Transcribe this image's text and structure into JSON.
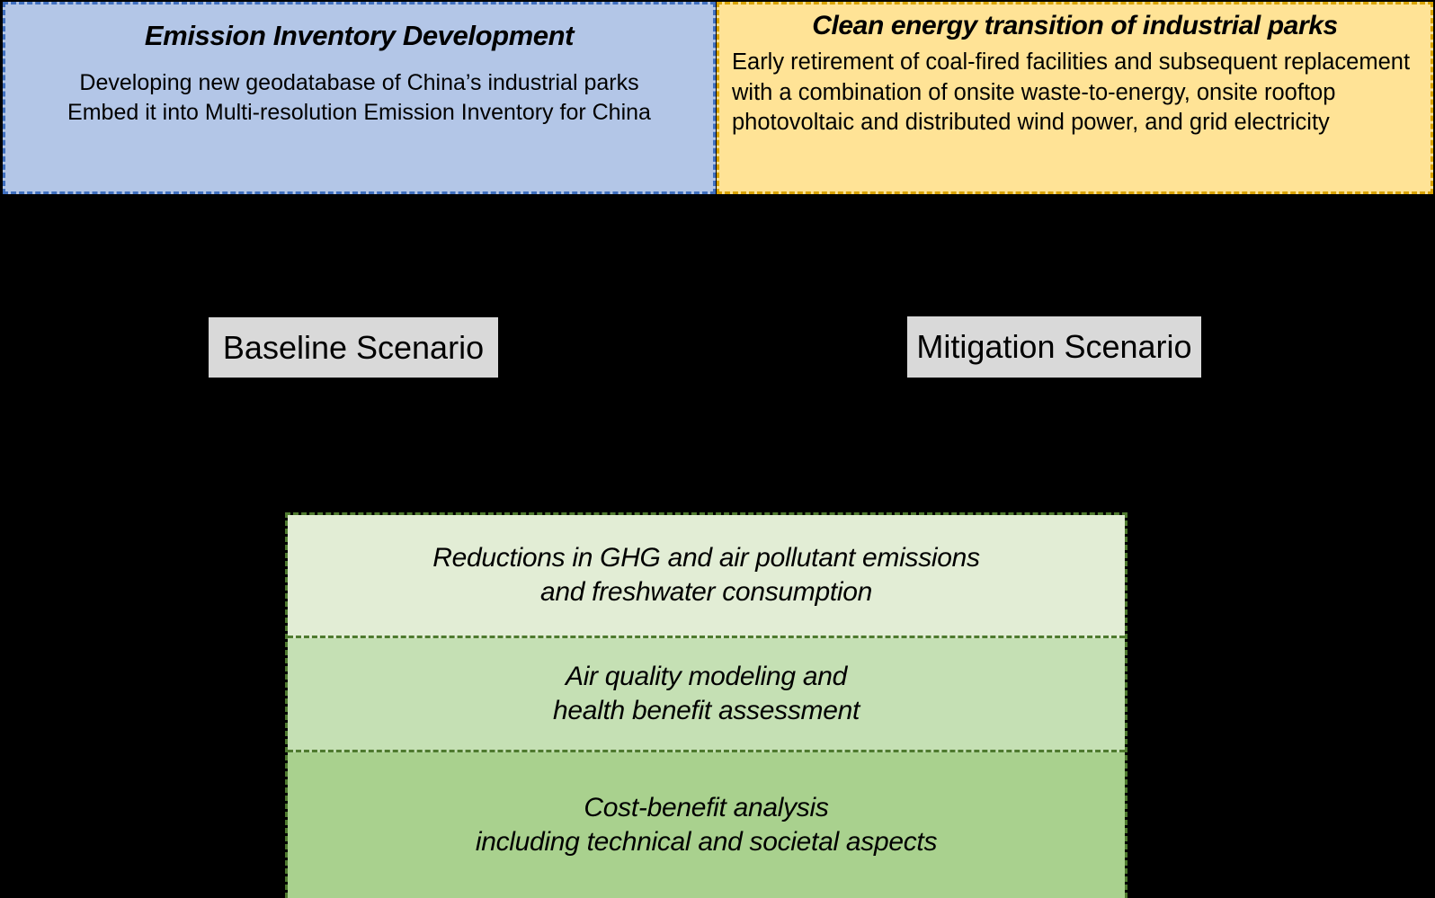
{
  "panels": {
    "emission_inventory": {
      "title": "Emission Inventory Development",
      "line1": "Developing new geodatabase of China’s industrial parks",
      "line2": "Embed it into Multi-resolution Emission Inventory for China",
      "fill_color": "#B3C6E7",
      "border_color": "#3F6FBF"
    },
    "clean_energy": {
      "title": "Clean energy transition of industrial parks",
      "body": "Early retirement of coal-fired facilities and subsequent replacement with a combination of onsite waste-to-energy, onsite rooftop photovoltaic and distributed wind power, and grid electricity",
      "fill_color": "#FFE396",
      "border_color": "#D9A300"
    }
  },
  "scenarios": {
    "baseline_label": "Baseline Scenario",
    "mitigation_label": "Mitigation Scenario",
    "chip_fill_color": "#D9D9D9"
  },
  "outcomes": {
    "border_color": "#4E7A2E",
    "items": [
      {
        "line1": "Reductions in GHG and air pollutant emissions",
        "line2": "and freshwater consumption",
        "fill_color": "#E2EDD5"
      },
      {
        "line1": "Air quality modeling and",
        "line2": "health benefit assessment",
        "fill_color": "#C5E0B4"
      },
      {
        "line1": "Cost-benefit analysis",
        "line2": "including technical and societal aspects",
        "fill_color": "#A9D18E"
      }
    ]
  }
}
